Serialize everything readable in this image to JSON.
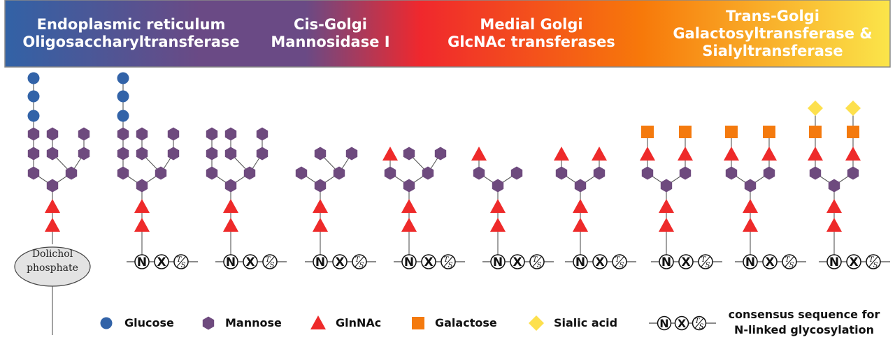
{
  "header": {
    "gradient": [
      "#3262a6",
      "#6a4a85",
      "#f0282d",
      "#f7790a",
      "#fbe54a"
    ],
    "sections": [
      {
        "line1": "Endoplasmic reticulum",
        "line2": "Oligosaccharyltransferase",
        "line3": ""
      },
      {
        "line1": "Cis-Golgi",
        "line2": "Mannosidase I",
        "line3": ""
      },
      {
        "line1": "Medial Golgi",
        "line2": "GlcNAc transferases",
        "line3": ""
      },
      {
        "line1": "Trans-Golgi",
        "line2": "Galactosyltransferase &",
        "line3": "Sialyltransferase"
      }
    ]
  },
  "colors": {
    "glucose": "#3263a8",
    "mannose": "#6e4a7e",
    "glcnac": "#ee2a2a",
    "galactose": "#f47a0e",
    "sialic": "#fde04d"
  },
  "dolichol": {
    "line1": "Dolichol",
    "line2": "phosphate"
  },
  "sequon": {
    "n": "N",
    "x": "X",
    "t": "T",
    "s": "S"
  },
  "legend": {
    "glucose": "Glucose",
    "mannose": "Mannose",
    "glcnac": "GlnNAc",
    "galactose": "Galactose",
    "sialic": "Sialic acid",
    "consensus_line1": "consensus sequence for",
    "consensus_line2": "N-linked glycosylation"
  }
}
